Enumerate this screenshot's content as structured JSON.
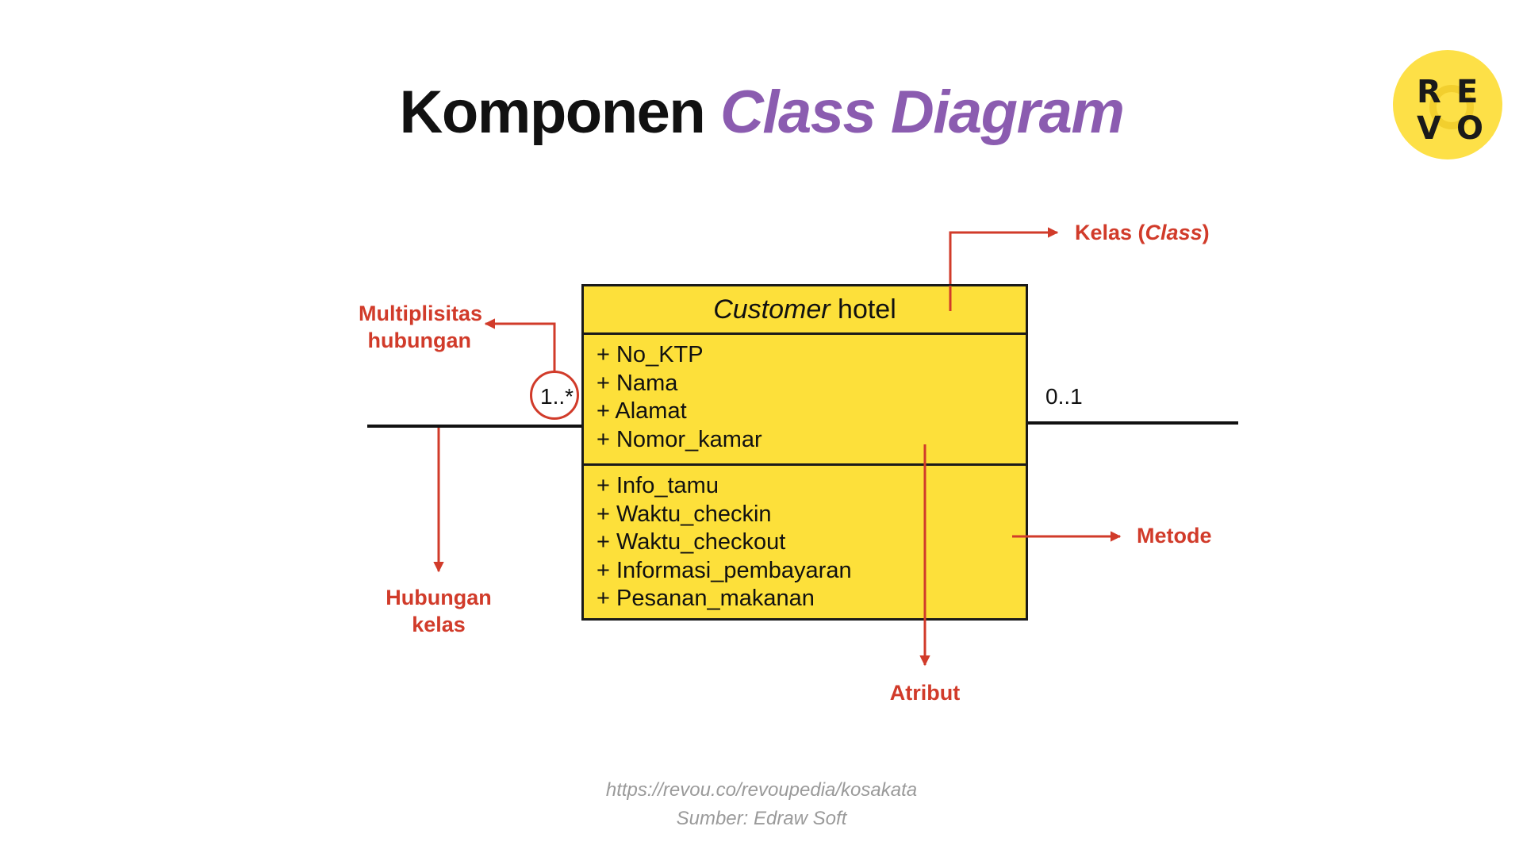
{
  "title": {
    "main": "Komponen",
    "accent": "Class Diagram"
  },
  "logo": {
    "letters": [
      "R",
      "E",
      "V",
      "O"
    ]
  },
  "class": {
    "name_italic": "Customer",
    "name_plain": "hotel",
    "attributes": [
      "+ No_KTP",
      "+ Nama",
      "+ Alamat",
      "+ Nomor_kamar"
    ],
    "methods": [
      "+ Info_tamu",
      "+ Waktu_checkin",
      "+ Waktu_checkout",
      "+ Informasi_pembayaran",
      "+ Pesanan_makanan"
    ]
  },
  "multiplicity": {
    "left": "1..*",
    "right": "0..1"
  },
  "labels": {
    "kelas_prefix": "Kelas (",
    "kelas_italic": "Class",
    "kelas_suffix": ")",
    "multiplisitas_line1": "Multiplisitas",
    "multiplisitas_line2": "hubungan",
    "hubungan_line1": "Hubungan",
    "hubungan_line2": "kelas",
    "metode": "Metode",
    "atribut": "Atribut"
  },
  "footer": {
    "url": "https://revou.co/revoupedia/kosakata",
    "source": "Sumber: Edraw Soft"
  },
  "colors": {
    "accent_purple": "#8b5cb0",
    "label_red": "#d13b2a",
    "class_yellow": "#fde03a",
    "logo_yellow": "#fde047"
  }
}
